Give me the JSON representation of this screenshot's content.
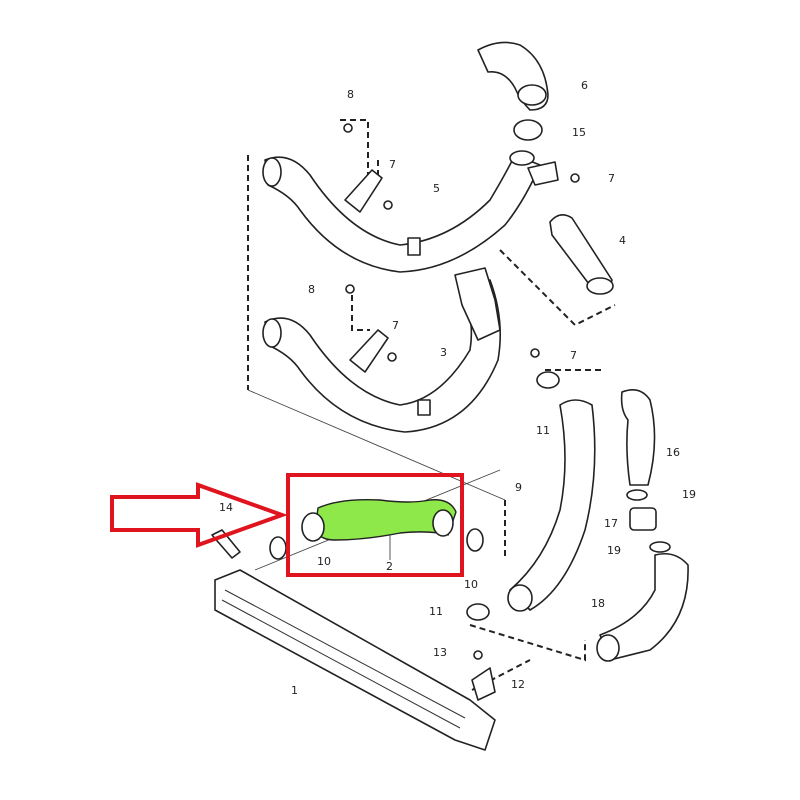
{
  "diagram": {
    "title": "Intercooler charge air hose assembly",
    "highlight_color": "#e0141e",
    "hose_color": "#8fe84a",
    "callouts": [
      "8",
      "6",
      "15",
      "7",
      "7",
      "5",
      "4",
      "8",
      "7",
      "3",
      "7",
      "11",
      "16",
      "9",
      "19",
      "14",
      "17",
      "10",
      "2",
      "19",
      "10",
      "18",
      "11",
      "13",
      "12",
      "1"
    ]
  }
}
